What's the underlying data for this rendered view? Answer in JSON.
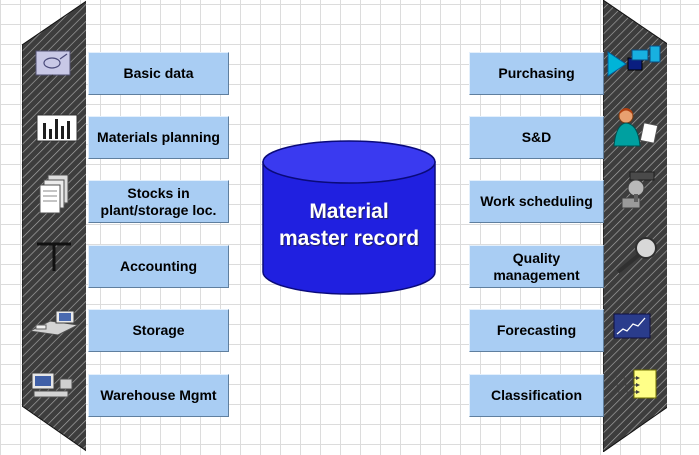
{
  "center": {
    "line1": "Material",
    "line2": "master record",
    "body_color": "#2020e0",
    "top_color": "#3a3af0"
  },
  "left_items": [
    {
      "label": "Basic data",
      "icon": "presentation-board-icon"
    },
    {
      "label": "Materials planning",
      "icon": "bar-chart-icon"
    },
    {
      "label": "Stocks in plant/storage loc.",
      "icon": "stacked-documents-icon"
    },
    {
      "label": "Accounting",
      "icon": "ledger-t-account-icon"
    },
    {
      "label": "Storage",
      "icon": "workstation-icon"
    },
    {
      "label": "Warehouse Mgmt",
      "icon": "computer-terminal-icon"
    }
  ],
  "right_items": [
    {
      "label": "Purchasing",
      "icon": "transport-icon"
    },
    {
      "label": "S&D",
      "icon": "salesperson-icon"
    },
    {
      "label": "Work scheduling",
      "icon": "machine-tool-icon"
    },
    {
      "label": "Quality management",
      "icon": "magnifier-icon"
    },
    {
      "label": "Forecasting",
      "icon": "trend-chart-icon"
    },
    {
      "label": "Classification",
      "icon": "tagged-note-icon"
    }
  ],
  "colors": {
    "label_box": "#a9cdf3",
    "panel": "#3d3d3d"
  }
}
